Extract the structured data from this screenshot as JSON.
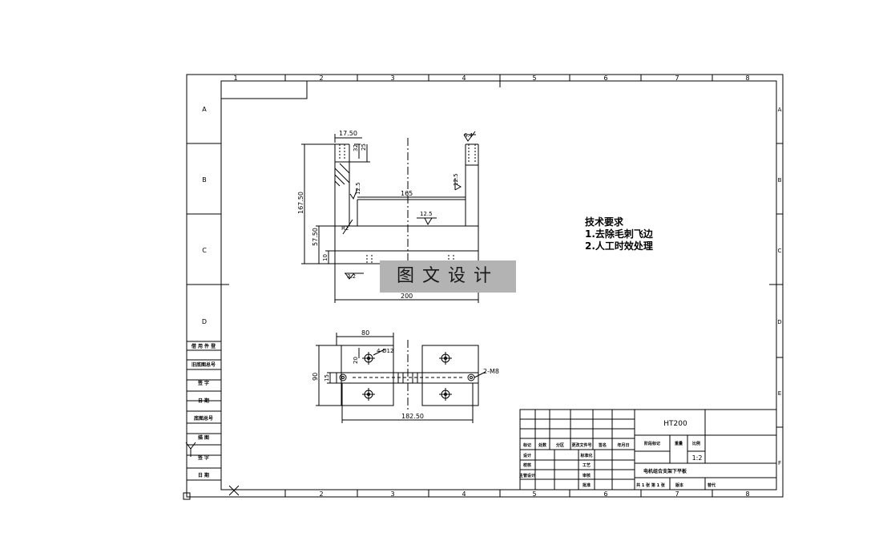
{
  "drawing": {
    "zone_columns": [
      "1",
      "2",
      "3",
      "4",
      "5",
      "6",
      "7",
      "8"
    ],
    "zone_rows": [
      "A",
      "B",
      "C",
      "D",
      "E",
      "F"
    ],
    "left_column_rows": [
      "A",
      "B",
      "C",
      "D"
    ],
    "stamp_labels": [
      "借 用 件 登",
      "旧底图总号",
      "签 字",
      "日 期",
      "底图总号",
      "描 图",
      "签 字",
      "日 期"
    ],
    "watermark_text": "图文设计",
    "technical_requirements": {
      "title": "技术要求",
      "items": [
        "1.去除毛刺飞边",
        "2.人工时效处理"
      ]
    },
    "title_block": {
      "material": "HT200",
      "scale": "1:2",
      "part_name": "电机组合支架下平板",
      "header_cells": [
        "标记",
        "处数",
        "分区",
        "更改文件号",
        "签名",
        "年月日"
      ],
      "row_labels": [
        "设计",
        "标准化",
        "校核",
        "工艺",
        "主管设计",
        "审核",
        "批准"
      ],
      "stage_label": "阶段标记",
      "weight_label": "重量",
      "scale_label": "比例",
      "sheet_info": "共 1 张 第 1 张",
      "version_label": "版本",
      "replace_label": "替代"
    },
    "dimensions": {
      "top_width": "17.50",
      "d32": "32",
      "d25": "25",
      "roughness_a": "6.4",
      "roughness_b": "12.5",
      "roughness_c": "12.5",
      "roughness_d": "12.5",
      "roughness_e": "3.2",
      "inner_width": "165",
      "height_total": "167.50",
      "height_lower": "57.50",
      "chamfer": "R2",
      "base_thickness": "10",
      "overall_width": "200",
      "plan_width": "80",
      "hole_spec": "4-Ø12",
      "plan_height": "90",
      "d20": "20",
      "d15": "15",
      "thread_spec": "2-M8",
      "hole_span": "182.50"
    }
  }
}
